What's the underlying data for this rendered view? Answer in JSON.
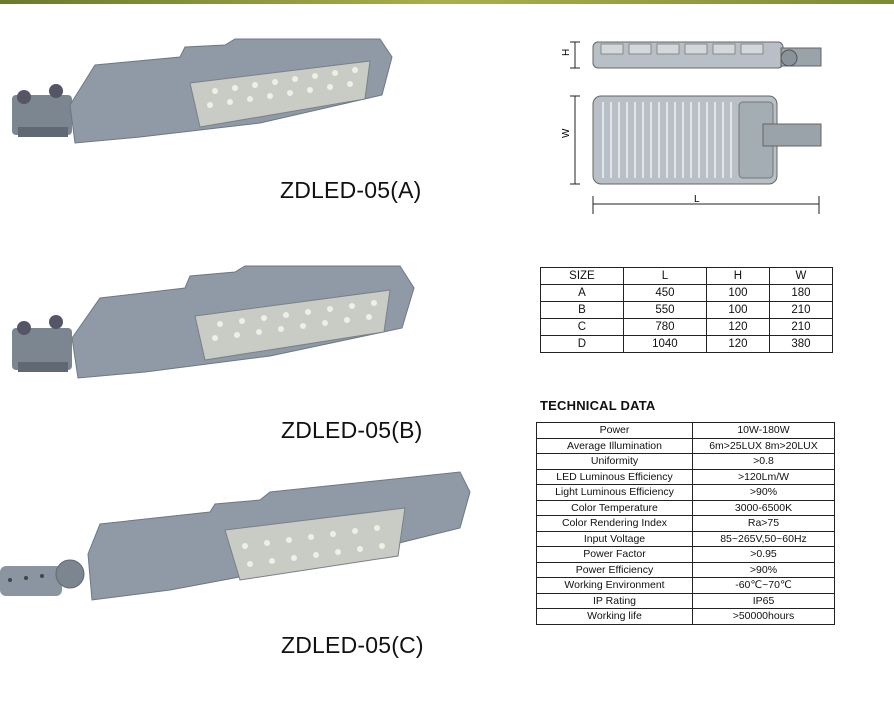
{
  "models": {
    "a": "ZDLED-05(A)",
    "b": "ZDLED-05(B)",
    "c": "ZDLED-05(C)"
  },
  "drawing": {
    "h_label": "H",
    "w_label": "W",
    "l_label": "L"
  },
  "size_table": {
    "headers": [
      "SIZE",
      "L",
      "H",
      "W"
    ],
    "rows": [
      [
        "A",
        "450",
        "100",
        "180"
      ],
      [
        "B",
        "550",
        "100",
        "210"
      ],
      [
        "C",
        "780",
        "120",
        "210"
      ],
      [
        "D",
        "1040",
        "120",
        "380"
      ]
    ]
  },
  "technical": {
    "title": "TECHNICAL DATA",
    "rows": [
      [
        "Power",
        "10W-180W"
      ],
      [
        "Average Illumination",
        "6m>25LUX  8m>20LUX"
      ],
      [
        "Uniformity",
        ">0.8"
      ],
      [
        "LED Luminous Efficiency",
        ">120Lm/W"
      ],
      [
        "Light Luminous Efficiency",
        ">90%"
      ],
      [
        "Color Temperature",
        "3000-6500K"
      ],
      [
        "Color Rendering Index",
        "Ra>75"
      ],
      [
        "Input Voltage",
        "85~265V,50~60Hz"
      ],
      [
        "Power Factor",
        ">0.95"
      ],
      [
        "Power Efficiency",
        ">90%"
      ],
      [
        "Working Environment",
        "-60℃~70℃"
      ],
      [
        "IP Rating",
        "IP65"
      ],
      [
        "Working life",
        ">50000hours"
      ]
    ]
  },
  "colors": {
    "housing": "#8f9aa6",
    "housing_dark": "#6d7884",
    "lens": "#c9ccc4",
    "bar": "#8a9a3a"
  }
}
